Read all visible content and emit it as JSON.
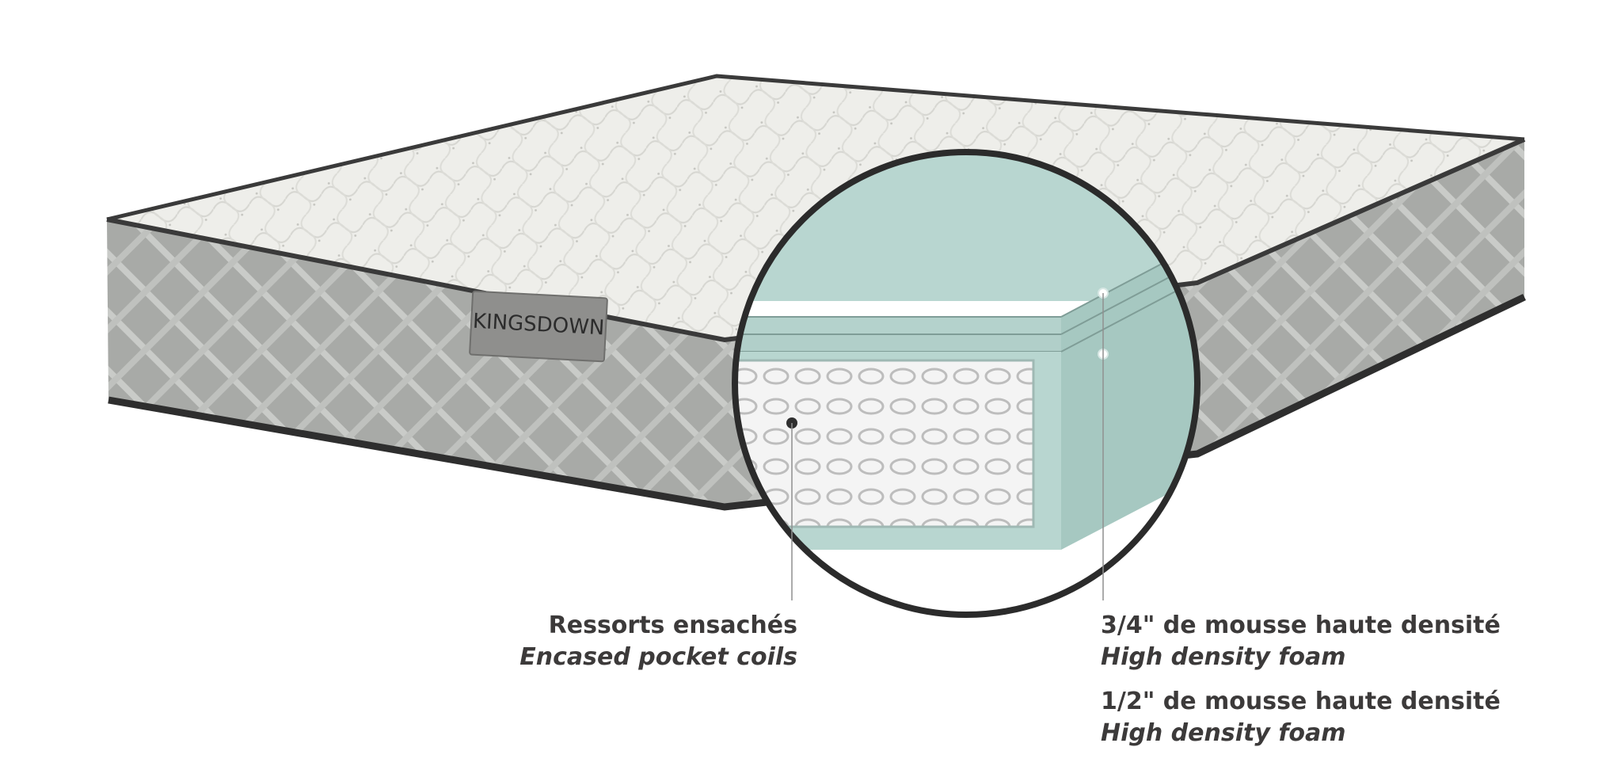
{
  "brand_label": "KINGSDOWN",
  "callouts": {
    "coils": {
      "fr": "Ressorts ensachés",
      "en": "Encased pocket coils"
    },
    "foam_top": {
      "fr": "3/4\" de mousse haute densité",
      "en": "High density foam"
    },
    "foam_bottom": {
      "fr": "1/2\" de mousse haute densité",
      "en": "High density foam"
    }
  },
  "colors": {
    "foam": "#b8d6d0",
    "foam_side": "#a6c8c1",
    "cover_top": "#efefec",
    "cover_side": "#a9aba8",
    "piping": "#3a3a3a",
    "lens_border": "#2b2b2b",
    "text": "#3c3a3a"
  }
}
